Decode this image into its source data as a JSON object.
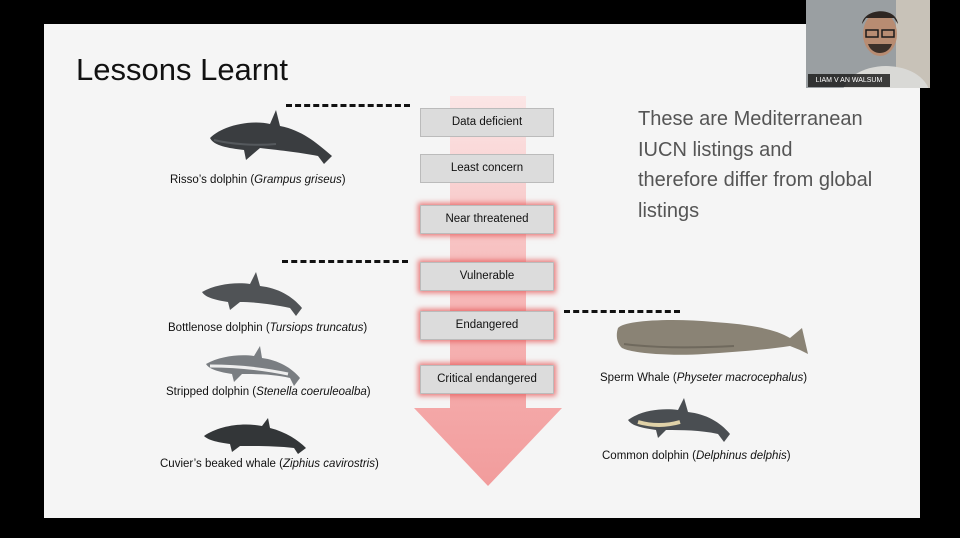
{
  "slide": {
    "title": "Lessons Learnt",
    "note": "These are Mediterranean IUCN listings and therefore differ from global listings"
  },
  "categories": [
    {
      "label": "Data deficient",
      "highlight": false
    },
    {
      "label": "Least concern",
      "highlight": false
    },
    {
      "label": "Near threatened",
      "highlight": true
    },
    {
      "label": "Vulnerable",
      "highlight": true
    },
    {
      "label": "Endangered",
      "highlight": true
    },
    {
      "label": "Critical endangered",
      "highlight": true
    }
  ],
  "species": {
    "risso": {
      "common": "Risso’s dolphin (",
      "latin": "Grampus griseus",
      "close": ")"
    },
    "bottlenose": {
      "common": "Bottlenose dolphin (",
      "latin": "Tursiops truncatus",
      "close": ")"
    },
    "striped": {
      "common": "Stripped dolphin (",
      "latin": "Stenella coeruleoalba",
      "close": ")"
    },
    "cuvier": {
      "common": "Cuvier’s beaked whale (",
      "latin": "Ziphius cavirostris",
      "close": ")"
    },
    "sperm": {
      "common": "Sperm Whale (",
      "latin": "Physeter macrocephalus",
      "close": ")"
    },
    "common": {
      "common": "Common dolphin (",
      "latin": "Delphinus delphis",
      "close": ")"
    }
  },
  "webcam": {
    "name": "LIAM V AN WALSUM"
  },
  "colors": {
    "arrow": "#f3a3a3",
    "arrow_glow": "#e65a5a",
    "box": "#dcdcdc"
  }
}
